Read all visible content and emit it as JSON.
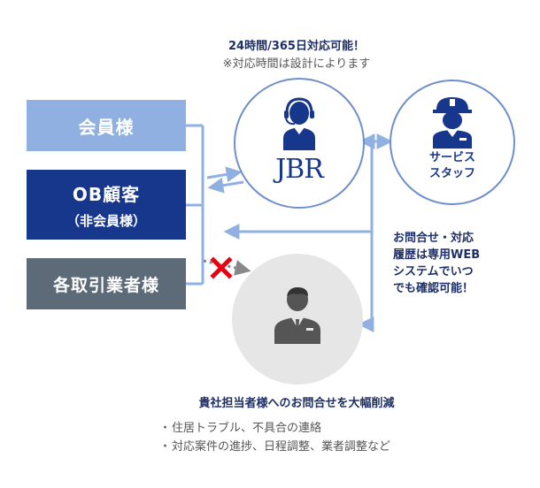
{
  "header": {
    "line1": "24時間/365日対応可能！",
    "line2": "※対応時間は設計によります"
  },
  "customers": [
    {
      "label": "会員様"
    },
    {
      "label": "OB顧客",
      "sublabel": "（非会員様）"
    },
    {
      "label": "各取引業者様"
    }
  ],
  "jbr": {
    "logo_text": "JBR",
    "icon": "operator-headset-icon"
  },
  "service_staff": {
    "line1": "サービス",
    "line2": "スタッフ",
    "icon": "worker-helmet-icon"
  },
  "staff_person": {
    "icon": "business-person-icon"
  },
  "side_note": {
    "lines": [
      "お問合せ・対応",
      "履歴は専用WEB",
      "システムでいつ",
      "でも確認可能！"
    ]
  },
  "footer": {
    "title": "貴社担当者様へのお問合せを大幅削減",
    "items": [
      "住居トラブル、不具合の連絡",
      "対応案件の進捗、日程調整、業者調整など"
    ]
  },
  "colors": {
    "navy": "#16378b",
    "light_blue": "#8fb0e0",
    "slate": "#5d6a78",
    "connector": "#8fb0e0",
    "cross_red": "#e60012"
  }
}
